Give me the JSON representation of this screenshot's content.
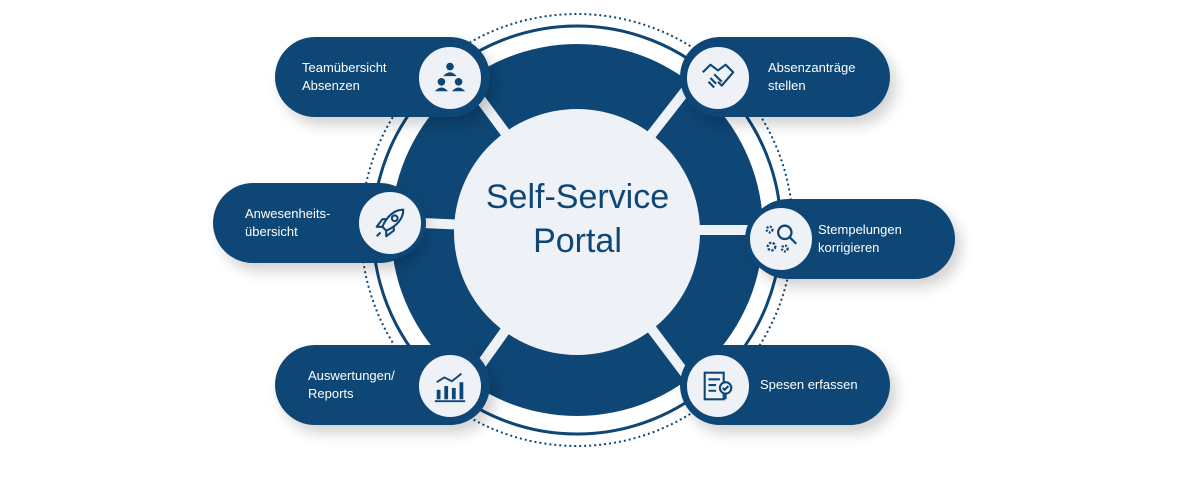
{
  "center": {
    "line1": "Self-Service",
    "line2": "Portal"
  },
  "items": [
    {
      "label": "Teamübersicht\nAbsenzen",
      "icon": "team-hierarchy-icon"
    },
    {
      "label": "Absenzanträge\nstellen",
      "icon": "handshake-icon"
    },
    {
      "label": "Anwesenheits-\nübersicht",
      "icon": "rocket-icon"
    },
    {
      "label": "Stempelungen\nkorrigieren",
      "icon": "gears-magnifier-icon"
    },
    {
      "label": "Auswertungen/\nReports",
      "icon": "bar-chart-icon"
    },
    {
      "label": "Spesen erfassen",
      "icon": "document-check-icon"
    }
  ],
  "colors": {
    "primary": "#0e4676",
    "light": "#eef1f5"
  }
}
